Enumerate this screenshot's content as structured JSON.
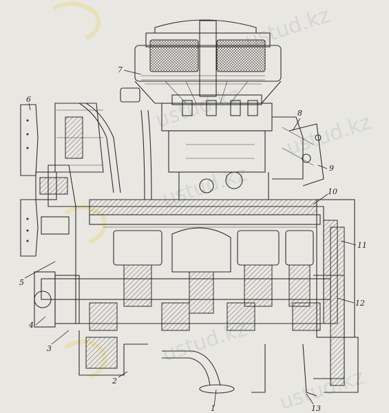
{
  "watermark": "ustud.kz",
  "labels": [
    {
      "id": "1",
      "text": "1"
    },
    {
      "id": "2",
      "text": "2"
    },
    {
      "id": "3",
      "text": "3"
    },
    {
      "id": "4",
      "text": "4"
    },
    {
      "id": "5",
      "text": "5"
    },
    {
      "id": "6",
      "text": "6"
    },
    {
      "id": "7",
      "text": "7"
    },
    {
      "id": "8",
      "text": "8"
    },
    {
      "id": "9",
      "text": "9"
    },
    {
      "id": "10",
      "text": "10"
    },
    {
      "id": "11",
      "text": "11"
    },
    {
      "id": "12",
      "text": "12"
    },
    {
      "id": "13",
      "text": "13"
    }
  ],
  "colors": {
    "paper": "#e9e7e2",
    "ink": "#2d2d2d",
    "watermark": "#b9c4c9"
  }
}
